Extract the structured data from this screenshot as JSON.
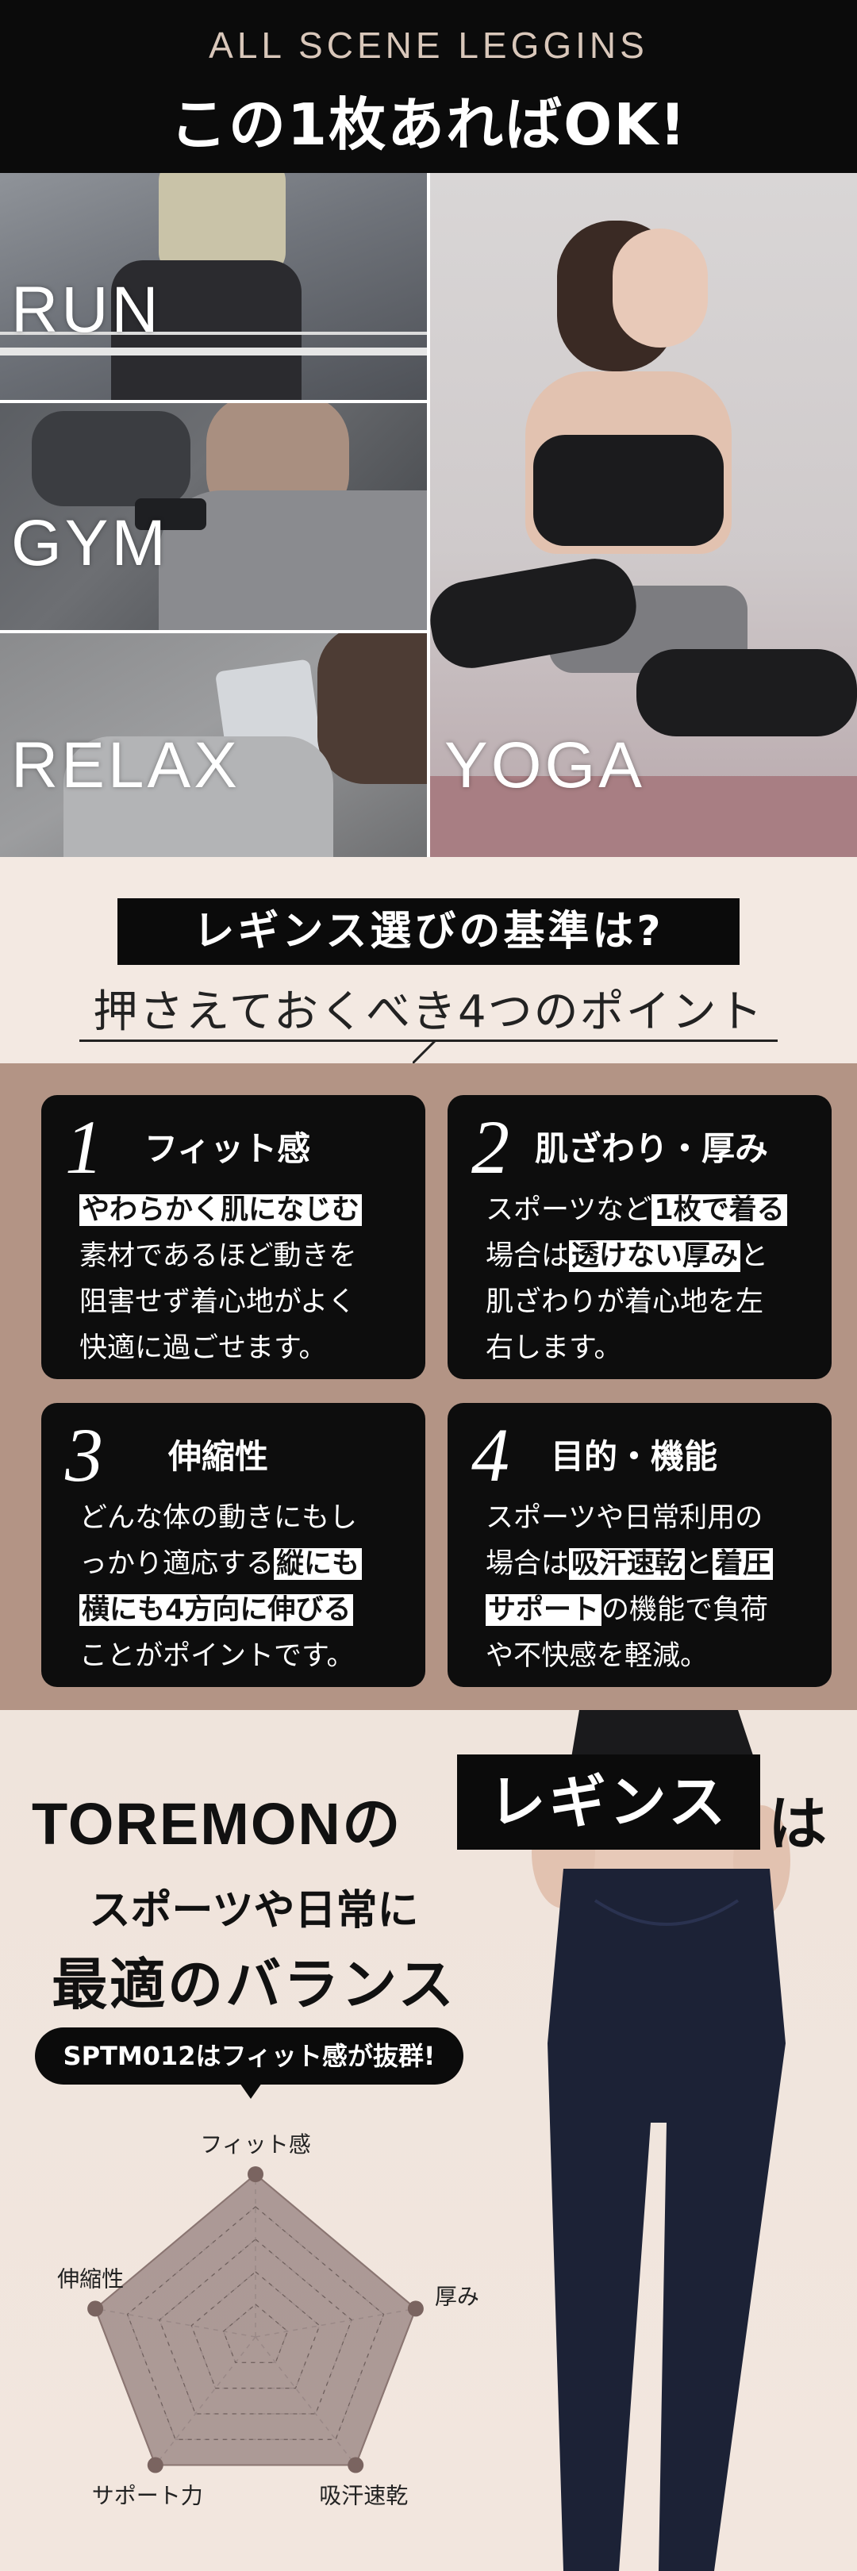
{
  "header": {
    "subtitle": "ALL SCENE LEGGINS",
    "title": "この1枚あればOK!"
  },
  "scenes": [
    {
      "id": "run",
      "label": "RUN"
    },
    {
      "id": "gym",
      "label": "GYM"
    },
    {
      "id": "relax",
      "label": "RELAX"
    },
    {
      "id": "yoga",
      "label": "YOGA"
    }
  ],
  "criteria": {
    "banner": "レギンス選びの基準は?",
    "subtitle": "押さえておくべき4つのポイント"
  },
  "points": [
    {
      "num": "1",
      "title": "フィット感",
      "lines": [
        [
          {
            "t": "やわらかく肌になじむ",
            "hl": true
          }
        ],
        [
          {
            "t": "素材であるほど動きを"
          }
        ],
        [
          {
            "t": "阻害せず着心地がよく"
          }
        ],
        [
          {
            "t": "快適に過ごせます。"
          }
        ]
      ]
    },
    {
      "num": "2",
      "title": "肌ざわり・厚み",
      "lines": [
        [
          {
            "t": "スポーツなど"
          },
          {
            "t": "1枚で着る",
            "hl": true
          }
        ],
        [
          {
            "t": "場合は"
          },
          {
            "t": "透けない厚み",
            "hl": true
          },
          {
            "t": "と"
          }
        ],
        [
          {
            "t": "肌ざわりが着心地を左"
          }
        ],
        [
          {
            "t": "右します。"
          }
        ]
      ]
    },
    {
      "num": "3",
      "title": "伸縮性",
      "lines": [
        [
          {
            "t": "どんな体の動きにもし"
          }
        ],
        [
          {
            "t": "っかり適応する"
          },
          {
            "t": "縦にも",
            "hl": true
          }
        ],
        [
          {
            "t": "横にも4方向に伸びる",
            "hl": true
          }
        ],
        [
          {
            "t": "ことがポイントです。"
          }
        ]
      ]
    },
    {
      "num": "4",
      "title": "目的・機能",
      "lines": [
        [
          {
            "t": "スポーツや日常利用の"
          }
        ],
        [
          {
            "t": "場合は"
          },
          {
            "t": "吸汗速乾",
            "hl": true
          },
          {
            "t": "と"
          },
          {
            "t": "着圧",
            "hl": true
          }
        ],
        [
          {
            "t": "サポート",
            "hl": true
          },
          {
            "t": "の機能で負荷"
          }
        ],
        [
          {
            "t": "や不快感を軽減。"
          }
        ]
      ]
    }
  ],
  "product": {
    "brand": "TOREMONの",
    "box": "レギンス",
    "particle": "は",
    "line1": "スポーツや日常に",
    "line2": "最適のバランス",
    "pill": "SPTM012はフィット感が抜群!"
  },
  "radar": {
    "type": "radar",
    "axes": [
      "フィット感",
      "厚み",
      "吸汗速乾",
      "サポート力",
      "伸縮性"
    ],
    "values": [
      5,
      5,
      5,
      5,
      5
    ],
    "max": 5,
    "fill_color": "#a08c89",
    "grid_color": "#777777",
    "point_color": "#7a6460"
  },
  "colors": {
    "black": "#0b0b0b",
    "points_bg": "#b39485",
    "page_bg": "#f3e9e2",
    "leggings": "#1c2236"
  }
}
